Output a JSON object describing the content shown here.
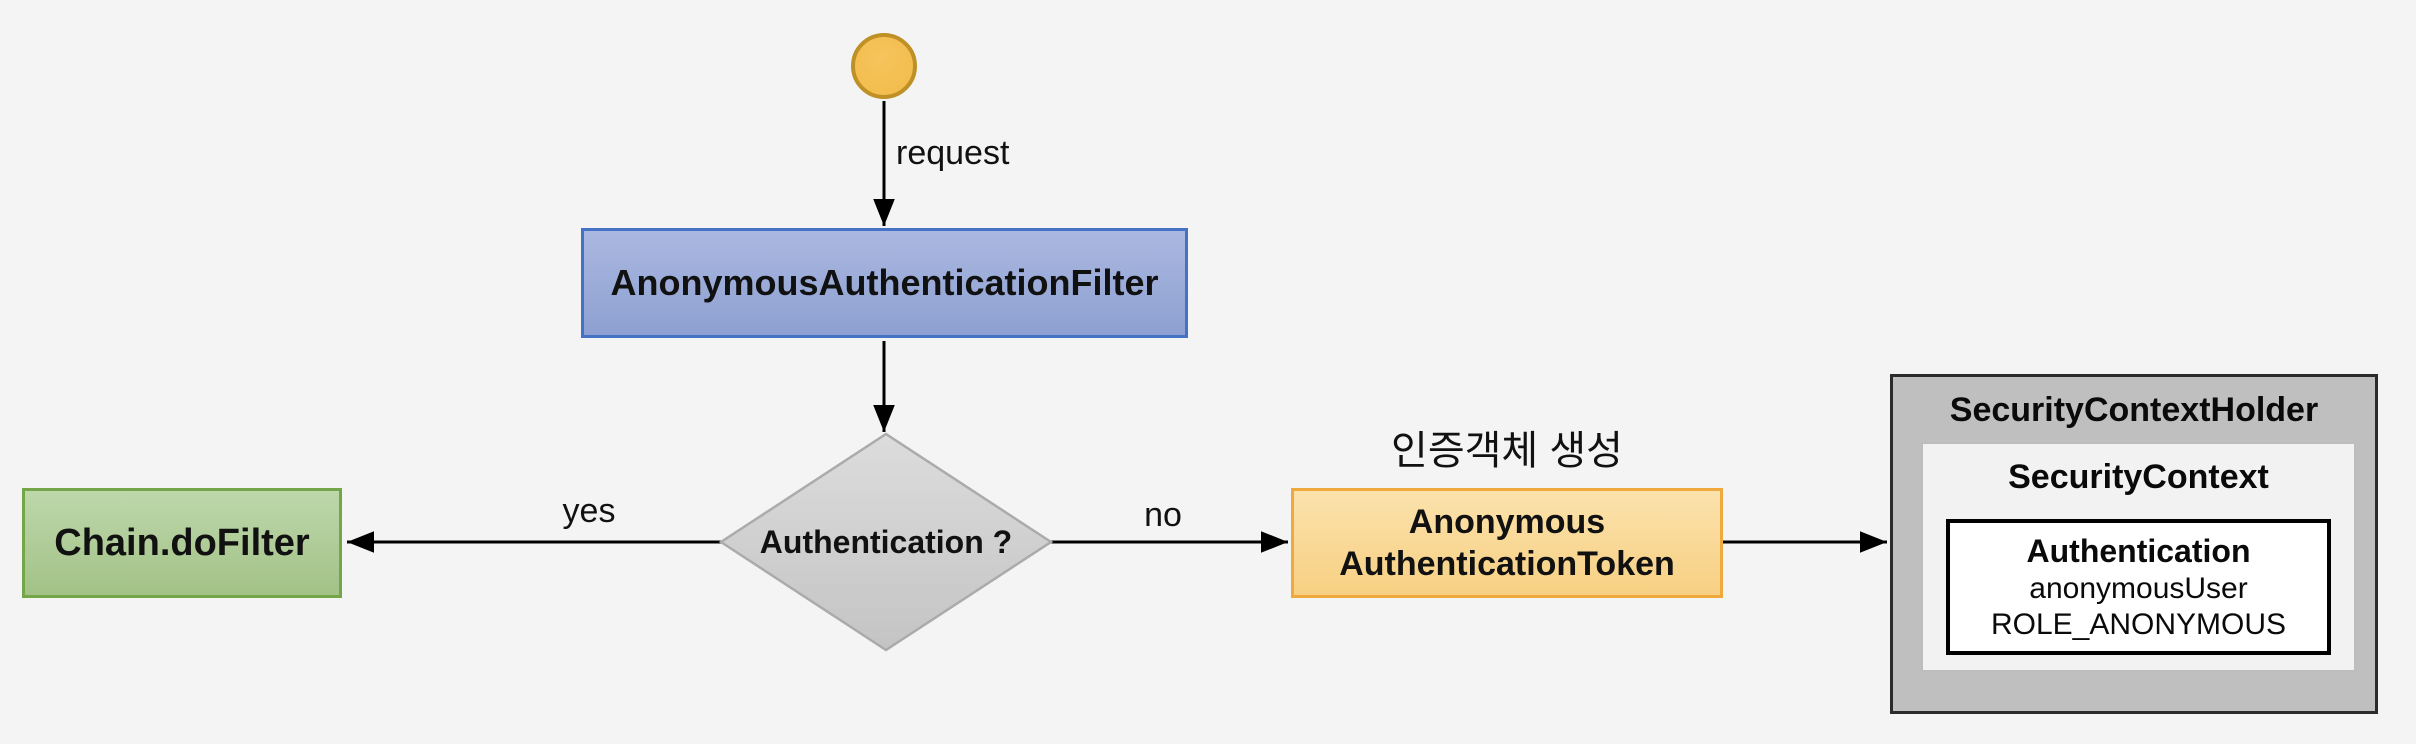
{
  "diagram": {
    "title_hint": "AnonymousAuthenticationFilter flow",
    "nodes": {
      "start": {
        "type": "start-circle"
      },
      "filter": {
        "label": "AnonymousAuthenticationFilter"
      },
      "decision": {
        "label": "Authentication ?"
      },
      "chain": {
        "label": "Chain.doFilter"
      },
      "token": {
        "line1": "Anonymous",
        "line2": "AuthenticationToken"
      },
      "holder": {
        "title": "SecurityContextHolder"
      },
      "context": {
        "title": "SecurityContext"
      },
      "auth": {
        "title": "Authentication",
        "principal": "anonymousUser",
        "role": "ROLE_ANONYMOUS"
      }
    },
    "edges": {
      "request": {
        "label": "request"
      },
      "yes": {
        "label": "yes"
      },
      "no": {
        "label": "no"
      },
      "store": {
        "label": ""
      }
    },
    "annotation": {
      "label": "인증객체 생성"
    }
  },
  "colors": {
    "background": "#f4f4f5",
    "start_fill": "#f2bb4a",
    "start_border": "#bf9025",
    "filter_fill_top": "#abb8e0",
    "filter_fill_bottom": "#8da0d1",
    "filter_border": "#4472c4",
    "decision_fill_top": "#dcdcdc",
    "decision_fill_bottom": "#c4c4c4",
    "decision_border": "#ababab",
    "chain_fill_top": "#bed7ab",
    "chain_fill_bottom": "#a2c287",
    "chain_border": "#74a549",
    "token_fill_top": "#fbe2ac",
    "token_fill_bottom": "#f7d083",
    "token_border": "#f0a93c",
    "holder_fill": "#bfbfbf",
    "holder_border": "#2b2b2b",
    "context_fill": "#f2f2f2",
    "context_border": "#bdbdbd",
    "auth_fill": "#ffffff",
    "auth_border": "#000000",
    "arrow": "#000000"
  }
}
